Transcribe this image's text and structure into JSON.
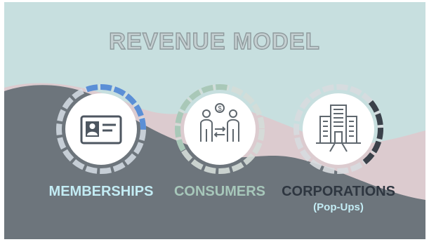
{
  "title": "REVENUE MODEL",
  "colors": {
    "background_top": "#c7dfdf",
    "wave_dark": "#6d757c",
    "wave_pink": "#dccbcf",
    "memberships": "#c3ecf4",
    "consumers": "#a7c7ba",
    "corporations": "#2e3640"
  },
  "items": [
    {
      "label": "MEMBERSHIPS",
      "icon": "id-card-icon",
      "ring_color": "#5b8fd6"
    },
    {
      "label": "CONSUMERS",
      "icon": "exchange-people-icon",
      "ring_color": "#a9c8b8"
    },
    {
      "label": "CORPORATIONS",
      "sublabel": "(Pop-Ups)",
      "icon": "office-building-icon",
      "ring_color": "#3a414a"
    }
  ]
}
